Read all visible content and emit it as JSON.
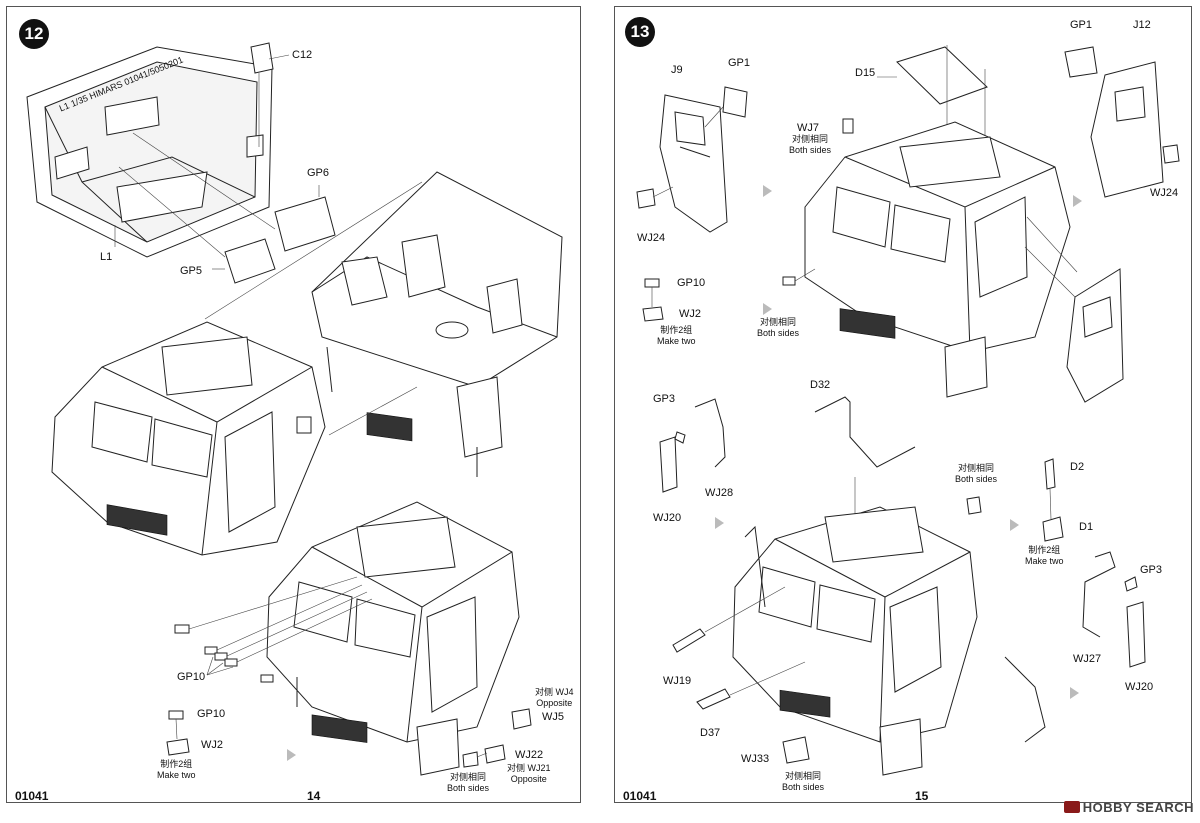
{
  "left_page": {
    "step": "12",
    "page_number": "14",
    "kit_code": "01041",
    "cab_inner_marking": "L1 1/35 HIMARS 01041/5050201",
    "labels": {
      "c12": "C12",
      "gp6": "GP6",
      "gp5": "GP5",
      "l1": "L1",
      "gp10_a": "GP10",
      "gp10_b": "GP10",
      "wj2": "WJ2",
      "wj5": "WJ5",
      "wj22": "WJ22"
    },
    "notes": {
      "make_two_cn": "制作2组",
      "make_two_en": "Make two",
      "wj4_cn": "对侧 WJ4",
      "wj4_en": "Opposite",
      "wj21_cn": "对侧 WJ21",
      "wj21_en": "Opposite",
      "both_sides_cn": "对侧相同",
      "both_sides_en": "Both sides"
    }
  },
  "right_page": {
    "step": "13",
    "page_number": "15",
    "kit_code": "01041",
    "labels": {
      "gp1_a": "GP1",
      "j12": "J12",
      "d15": "D15",
      "j9": "J9",
      "gp1_b": "GP1",
      "wj7": "WJ7",
      "wj24_a": "WJ24",
      "wj24_b": "WJ24",
      "gp10": "GP10",
      "wj2": "WJ2",
      "d32": "D32",
      "gp3_a": "GP3",
      "wj28": "WJ28",
      "wj20_a": "WJ20",
      "d2": "D2",
      "d1": "D1",
      "gp3_b": "GP3",
      "wj27": "WJ27",
      "wj20_b": "WJ20",
      "wj19": "WJ19",
      "d37": "D37",
      "wj33": "WJ33"
    },
    "notes": {
      "wj7_cn": "对侧相同",
      "wj7_en": "Both sides",
      "mid_cn": "对侧相同",
      "mid_en": "Both sides",
      "make_two_cn": "制作2组",
      "make_two_en": "Make two",
      "d2_cn": "对侧相同",
      "d2_en": "Both sides",
      "d1_cn": "制作2组",
      "d1_en": "Make two",
      "wj33_cn": "对侧相同",
      "wj33_en": "Both sides"
    }
  },
  "watermark": "HOBBY SEARCH"
}
